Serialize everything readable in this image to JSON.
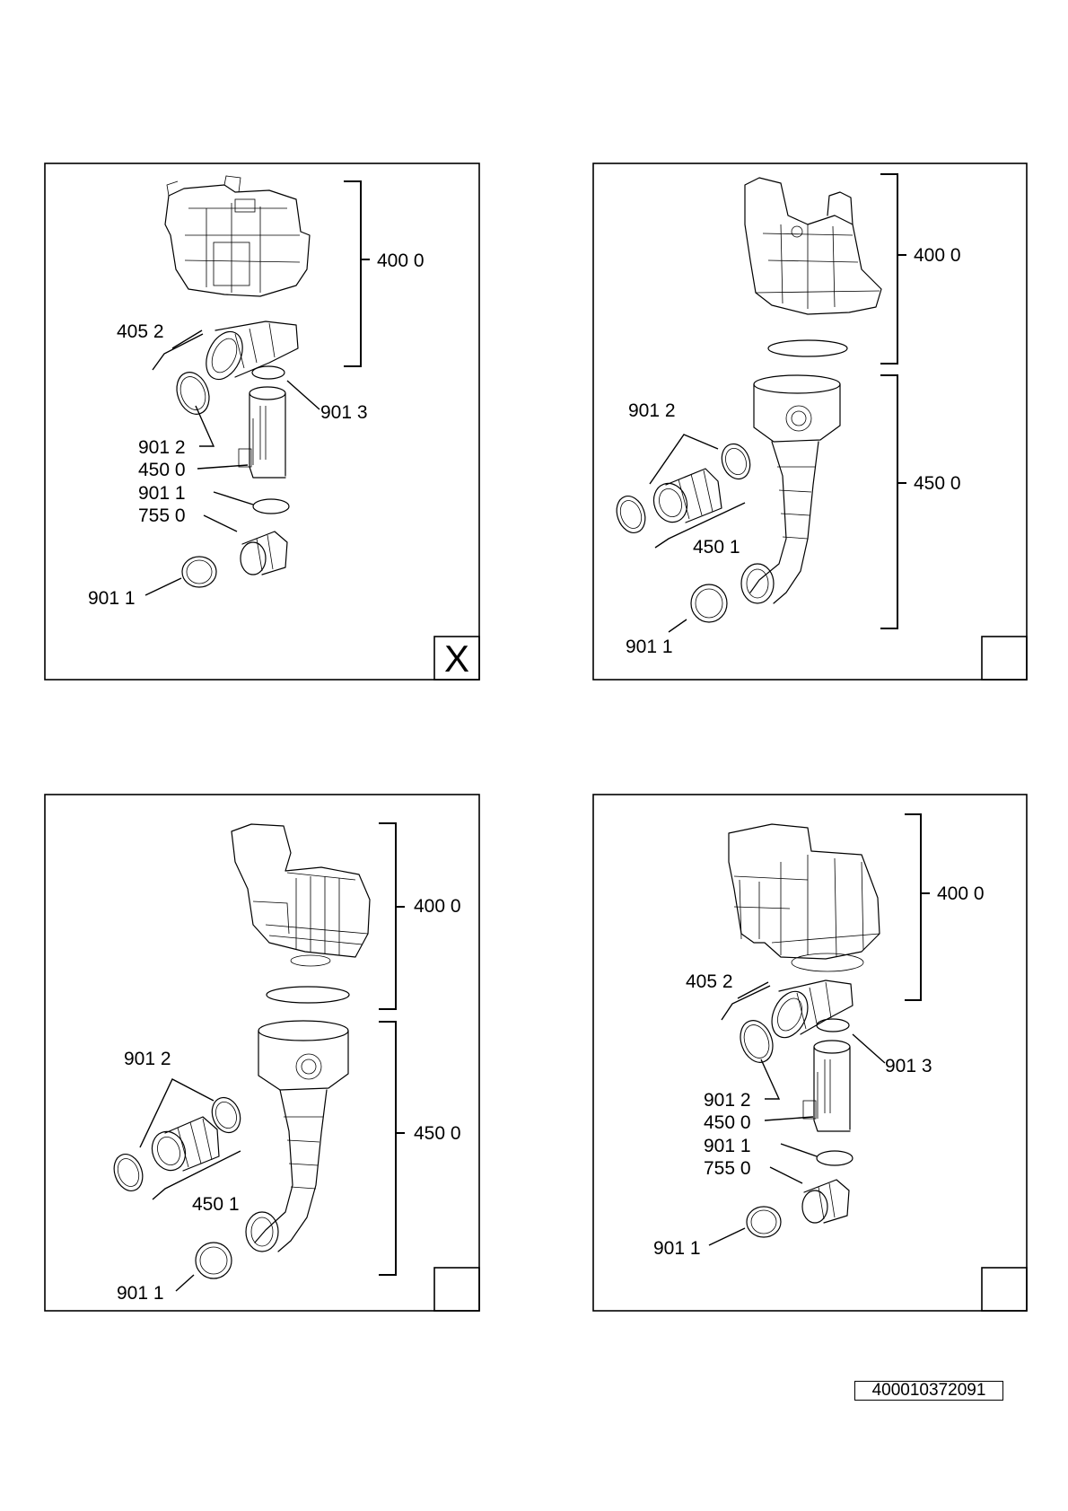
{
  "document": {
    "id": "400010372091"
  },
  "panels": [
    {
      "selected_mark": "X",
      "labels": {
        "housing": "400 0",
        "sump_hose": "405 2",
        "clamp_top": "901 3",
        "clamp_mid": "901 2",
        "heater_pipe": "450 0",
        "clamp_low": "901 1",
        "adapter": "755 0",
        "clamp_bottom": "901 1"
      }
    },
    {
      "selected_mark": "",
      "labels": {
        "housing": "400 0",
        "clamp_pair": "901 2",
        "heater": "450 0",
        "hose_kit": "450 1",
        "clamp_bottom": "901 1"
      }
    },
    {
      "selected_mark": "",
      "labels": {
        "housing": "400 0",
        "clamp_pair": "901 2",
        "heater": "450 0",
        "hose_kit": "450 1",
        "clamp_bottom": "901 1"
      }
    },
    {
      "selected_mark": "",
      "labels": {
        "housing": "400 0",
        "sump_hose": "405 2",
        "clamp_top": "901 3",
        "clamp_mid": "901 2",
        "heater_pipe": "450 0",
        "clamp_low": "901 1",
        "adapter": "755 0",
        "clamp_bottom": "901 1"
      }
    }
  ]
}
